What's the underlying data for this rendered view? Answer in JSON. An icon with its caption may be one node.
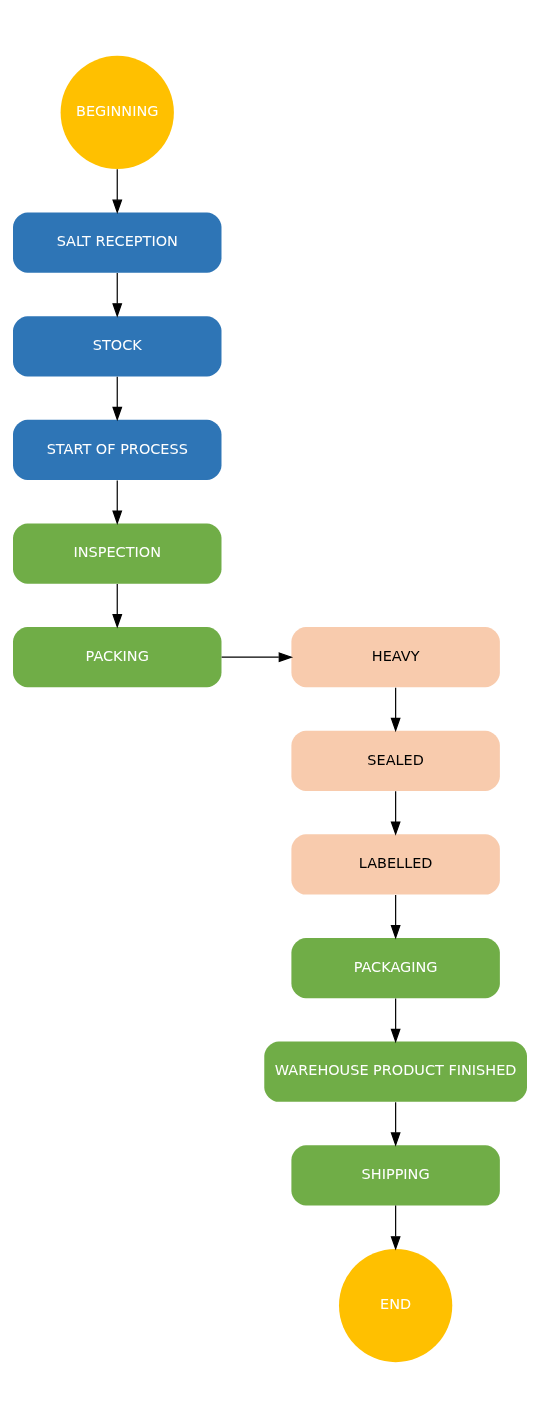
{
  "diagram": {
    "nodes": [
      {
        "text": [
          "BEGINNING"
        ]
      },
      {
        "text": [
          "SALT RECEPTION"
        ]
      },
      {
        "text": [
          "STOCK"
        ]
      },
      {
        "text": [
          "START OF PROCESS"
        ]
      },
      {
        "text": [
          "INSPECTION"
        ]
      },
      {
        "text": [
          "PACKING"
        ]
      },
      {
        "text": [
          "HEAVY"
        ]
      },
      {
        "text": [
          "SEALED"
        ]
      },
      {
        "text": [
          "LABELLED"
        ]
      },
      {
        "text": [
          "PACKAGING"
        ]
      },
      {
        "text": [
          "WAREHOUSE PRODUCT FINISHED"
        ]
      },
      {
        "text": [
          "SHIPPING"
        ]
      },
      {
        "text": [
          "END"
        ]
      }
    ],
    "edges": [
      {
        "from": 0,
        "to": 1,
        "arrow": "to"
      },
      {
        "from": 1,
        "to": 2,
        "arrow": "to"
      },
      {
        "from": 2,
        "to": 3,
        "arrow": "to"
      },
      {
        "from": 3,
        "to": 4,
        "arrow": "to"
      },
      {
        "from": 4,
        "to": 5,
        "arrow": "to"
      },
      {
        "from": 5,
        "to": 6,
        "arrow": "to"
      },
      {
        "from": 6,
        "to": 7,
        "arrow": "to"
      },
      {
        "from": 7,
        "to": 8,
        "arrow": "to"
      },
      {
        "from": 8,
        "to": 9,
        "arrow": "to"
      },
      {
        "from": 9,
        "to": 10,
        "arrow": "to"
      },
      {
        "from": 10,
        "to": 11,
        "arrow": "to"
      },
      {
        "from": 11,
        "to": 12,
        "arrow": "to"
      }
    ]
  }
}
